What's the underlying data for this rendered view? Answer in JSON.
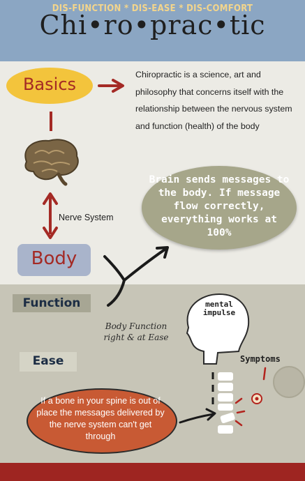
{
  "title": "Chi•ro•prac•tic",
  "basics": {
    "label": "Basics",
    "description": "Chiropractic is a science, art and philosophy that concerns itself with the relationship between the nervous system and function (health) of the body"
  },
  "bubble_text": "Brain sends messages to the body. If message flow correctly, everything works at 100%",
  "nerve_label": "Nerve System",
  "body_label": "Body",
  "function_label": "Function",
  "ease_label": "Ease",
  "body_function_label": "Body Function right & at Ease",
  "mental_impulse_label": "mental impulse",
  "symptoms_label": "Symptoms",
  "spine_text": "If a bone in your spine is out of place the messages delivered by the nerve system can't get through",
  "footer_text": "DIS-FUNCTION * DIS-EASE * DIS-COMFORT",
  "colors": {
    "title_bar": "#8ba6c3",
    "basics_pill": "#f3c43c",
    "accent_red": "#a42a25",
    "footer": "#9e2521",
    "spine_ellipse": "#c85a34"
  }
}
